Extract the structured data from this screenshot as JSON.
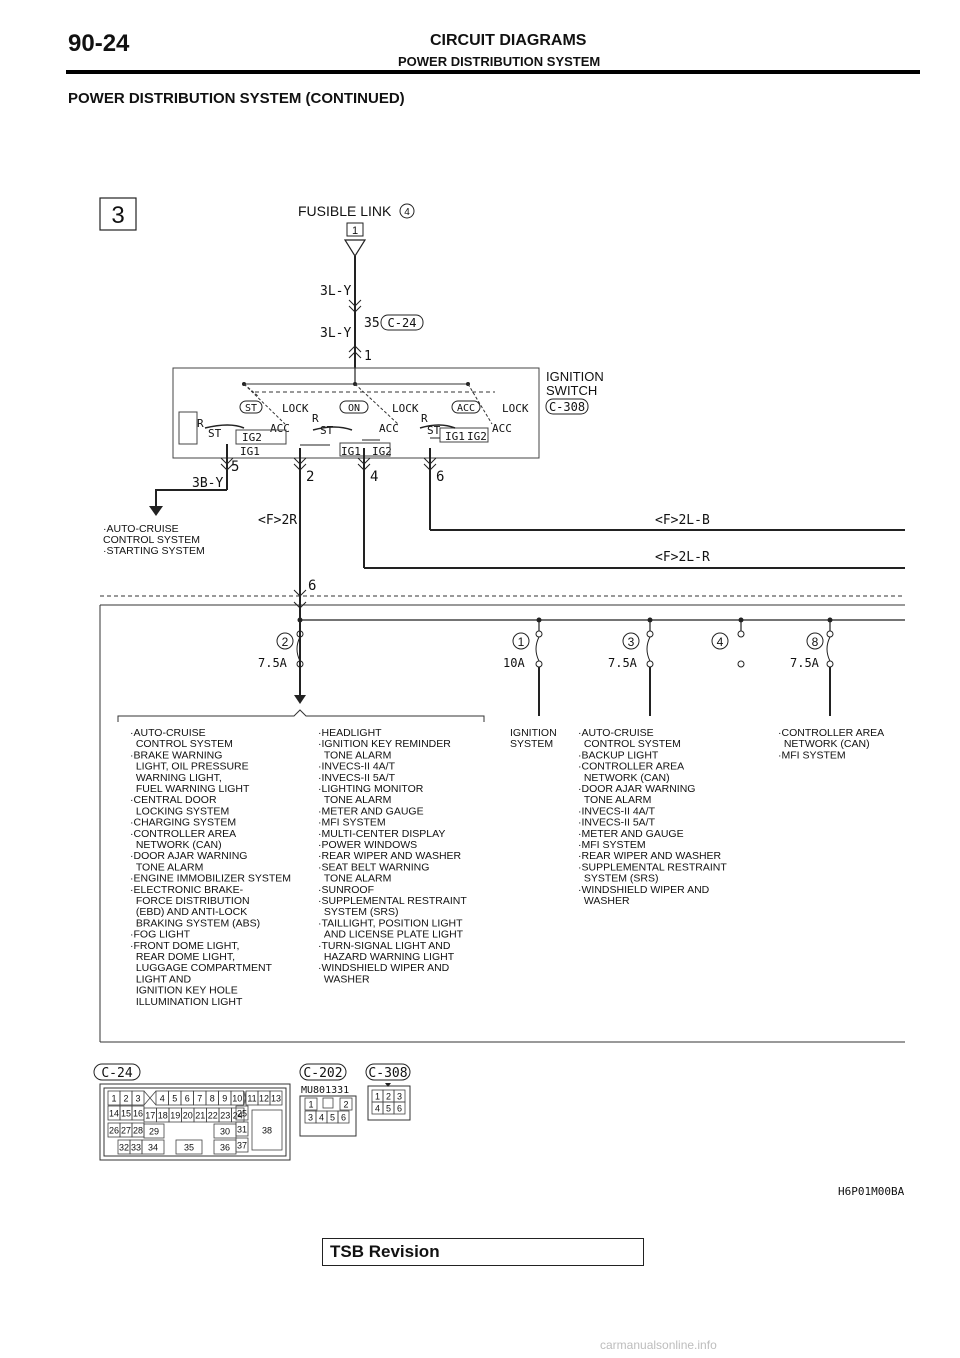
{
  "header": {
    "page_number": "90-24",
    "title": "CIRCUIT DIAGRAMS",
    "subtitle": "POWER DISTRIBUTION SYSTEM"
  },
  "section_title": "POWER DISTRIBUTION SYSTEM (CONTINUED)",
  "diagram": {
    "continuation_marker": "3",
    "fusible_link": {
      "label": "FUSIBLE LINK",
      "number": "4",
      "terminal": "1"
    },
    "wires": {
      "top_upper": "3L-Y",
      "top_lower": "3L-Y",
      "starter": "3B-Y",
      "f2r": "<F>2R",
      "f2lb": "<F>2L-B",
      "f2lr": "<F>2L-R"
    },
    "connector_c24_pin": "35",
    "connector_ref_c24": "C-24",
    "ignition_switch": {
      "label_line1": "IGNITION",
      "label_line2": "SWITCH",
      "connector": "C-308",
      "top_pin": "1",
      "pins": [
        "5",
        "2",
        "4",
        "6"
      ],
      "positions": [
        "ST",
        "ON",
        "ACC"
      ],
      "lock": "LOCK",
      "r": "R",
      "st": "ST",
      "acc": "ACC",
      "ig1": "IG1",
      "ig2": "IG2"
    },
    "starter_destinations": [
      "·AUTO-CRUISE",
      "CONTROL SYSTEM",
      "·STARTING SYSTEM"
    ],
    "junction_pin": "6",
    "fuses": [
      {
        "number": "2",
        "rating": "7.5A"
      },
      {
        "number": "1",
        "rating": "10A"
      },
      {
        "number": "3",
        "rating": "7.5A"
      },
      {
        "number": "4",
        "rating": ""
      },
      {
        "number": "8",
        "rating": "7.5A"
      }
    ],
    "fuse2_list_col1": [
      "·AUTO-CRUISE",
      " CONTROL SYSTEM",
      "·BRAKE WARNING",
      " LIGHT, OIL PRESSURE",
      " WARNING LIGHT,",
      " FUEL WARNING LIGHT",
      "·CENTRAL DOOR",
      " LOCKING SYSTEM",
      "·CHARGING SYSTEM",
      "·CONTROLLER AREA",
      " NETWORK (CAN)",
      "·DOOR AJAR WARNING",
      " TONE ALARM",
      "·ENGINE IMMOBILIZER SYSTEM",
      "·ELECTRONIC BRAKE-",
      " FORCE DISTRIBUTION",
      " (EBD) AND ANTI-LOCK",
      " BRAKING SYSTEM (ABS)",
      "·FOG LIGHT",
      "·FRONT DOME LIGHT,",
      " REAR DOME LIGHT,",
      " LUGGAGE COMPARTMENT",
      " LIGHT AND",
      " IGNITION KEY HOLE",
      " ILLUMINATION LIGHT"
    ],
    "fuse2_list_col2": [
      "·HEADLIGHT",
      "·IGNITION KEY REMINDER",
      " TONE ALARM",
      "·INVECS-II 4A/T",
      "·INVECS-II 5A/T",
      "·LIGHTING MONITOR",
      " TONE ALARM",
      "·METER AND GAUGE",
      "·MFI SYSTEM",
      "·MULTI-CENTER DISPLAY",
      "·POWER WINDOWS",
      "·REAR WIPER AND WASHER",
      "·SEAT BELT WARNING",
      " TONE ALARM",
      "·SUNROOF",
      "·SUPPLEMENTAL RESTRAINT",
      " SYSTEM (SRS)",
      "·TAILLIGHT, POSITION LIGHT",
      " AND LICENSE PLATE LIGHT",
      "·TURN-SIGNAL LIGHT AND",
      " HAZARD WARNING LIGHT",
      "·WINDSHIELD WIPER AND",
      " WASHER"
    ],
    "fuse1_list": [
      "IGNITION",
      "SYSTEM"
    ],
    "fuse3_list": [
      "·AUTO-CRUISE",
      " CONTROL SYSTEM",
      "·BACKUP LIGHT",
      "·CONTROLLER AREA",
      " NETWORK (CAN)",
      "·DOOR AJAR WARNING",
      " TONE ALARM",
      "·INVECS-II 4A/T",
      "·INVECS-II 5A/T",
      "·METER AND GAUGE",
      "·MFI SYSTEM",
      "·REAR WIPER AND WASHER",
      "·SUPPLEMENTAL RESTRAINT",
      " SYSTEM (SRS)",
      "·WINDSHIELD WIPER AND",
      " WASHER"
    ],
    "fuse8_list": [
      "·CONTROLLER AREA",
      " NETWORK (CAN)",
      "·MFI SYSTEM"
    ],
    "connector_views": {
      "c24": {
        "label": "C-24",
        "pins": [
          "1",
          "2",
          "3",
          "4",
          "5",
          "6",
          "7",
          "8",
          "9",
          "10",
          "11",
          "12",
          "13",
          "14",
          "15",
          "16",
          "17",
          "18",
          "19",
          "20",
          "21",
          "22",
          "23",
          "24",
          "25",
          "26",
          "27",
          "28",
          "29",
          "30",
          "31",
          "32",
          "33",
          "34",
          "35",
          "36",
          "37",
          "38"
        ]
      },
      "c202": {
        "label": "C-202",
        "part": "MU801331",
        "pins": [
          "1",
          "2",
          "3",
          "4",
          "5",
          "6"
        ]
      },
      "c308": {
        "label": "C-308",
        "pins": [
          "1",
          "2",
          "3",
          "4",
          "5",
          "6"
        ]
      }
    },
    "figure_code": "H6P01M00BA"
  },
  "footer": {
    "revision": "TSB Revision"
  },
  "watermark": "carmanualsonline.info"
}
